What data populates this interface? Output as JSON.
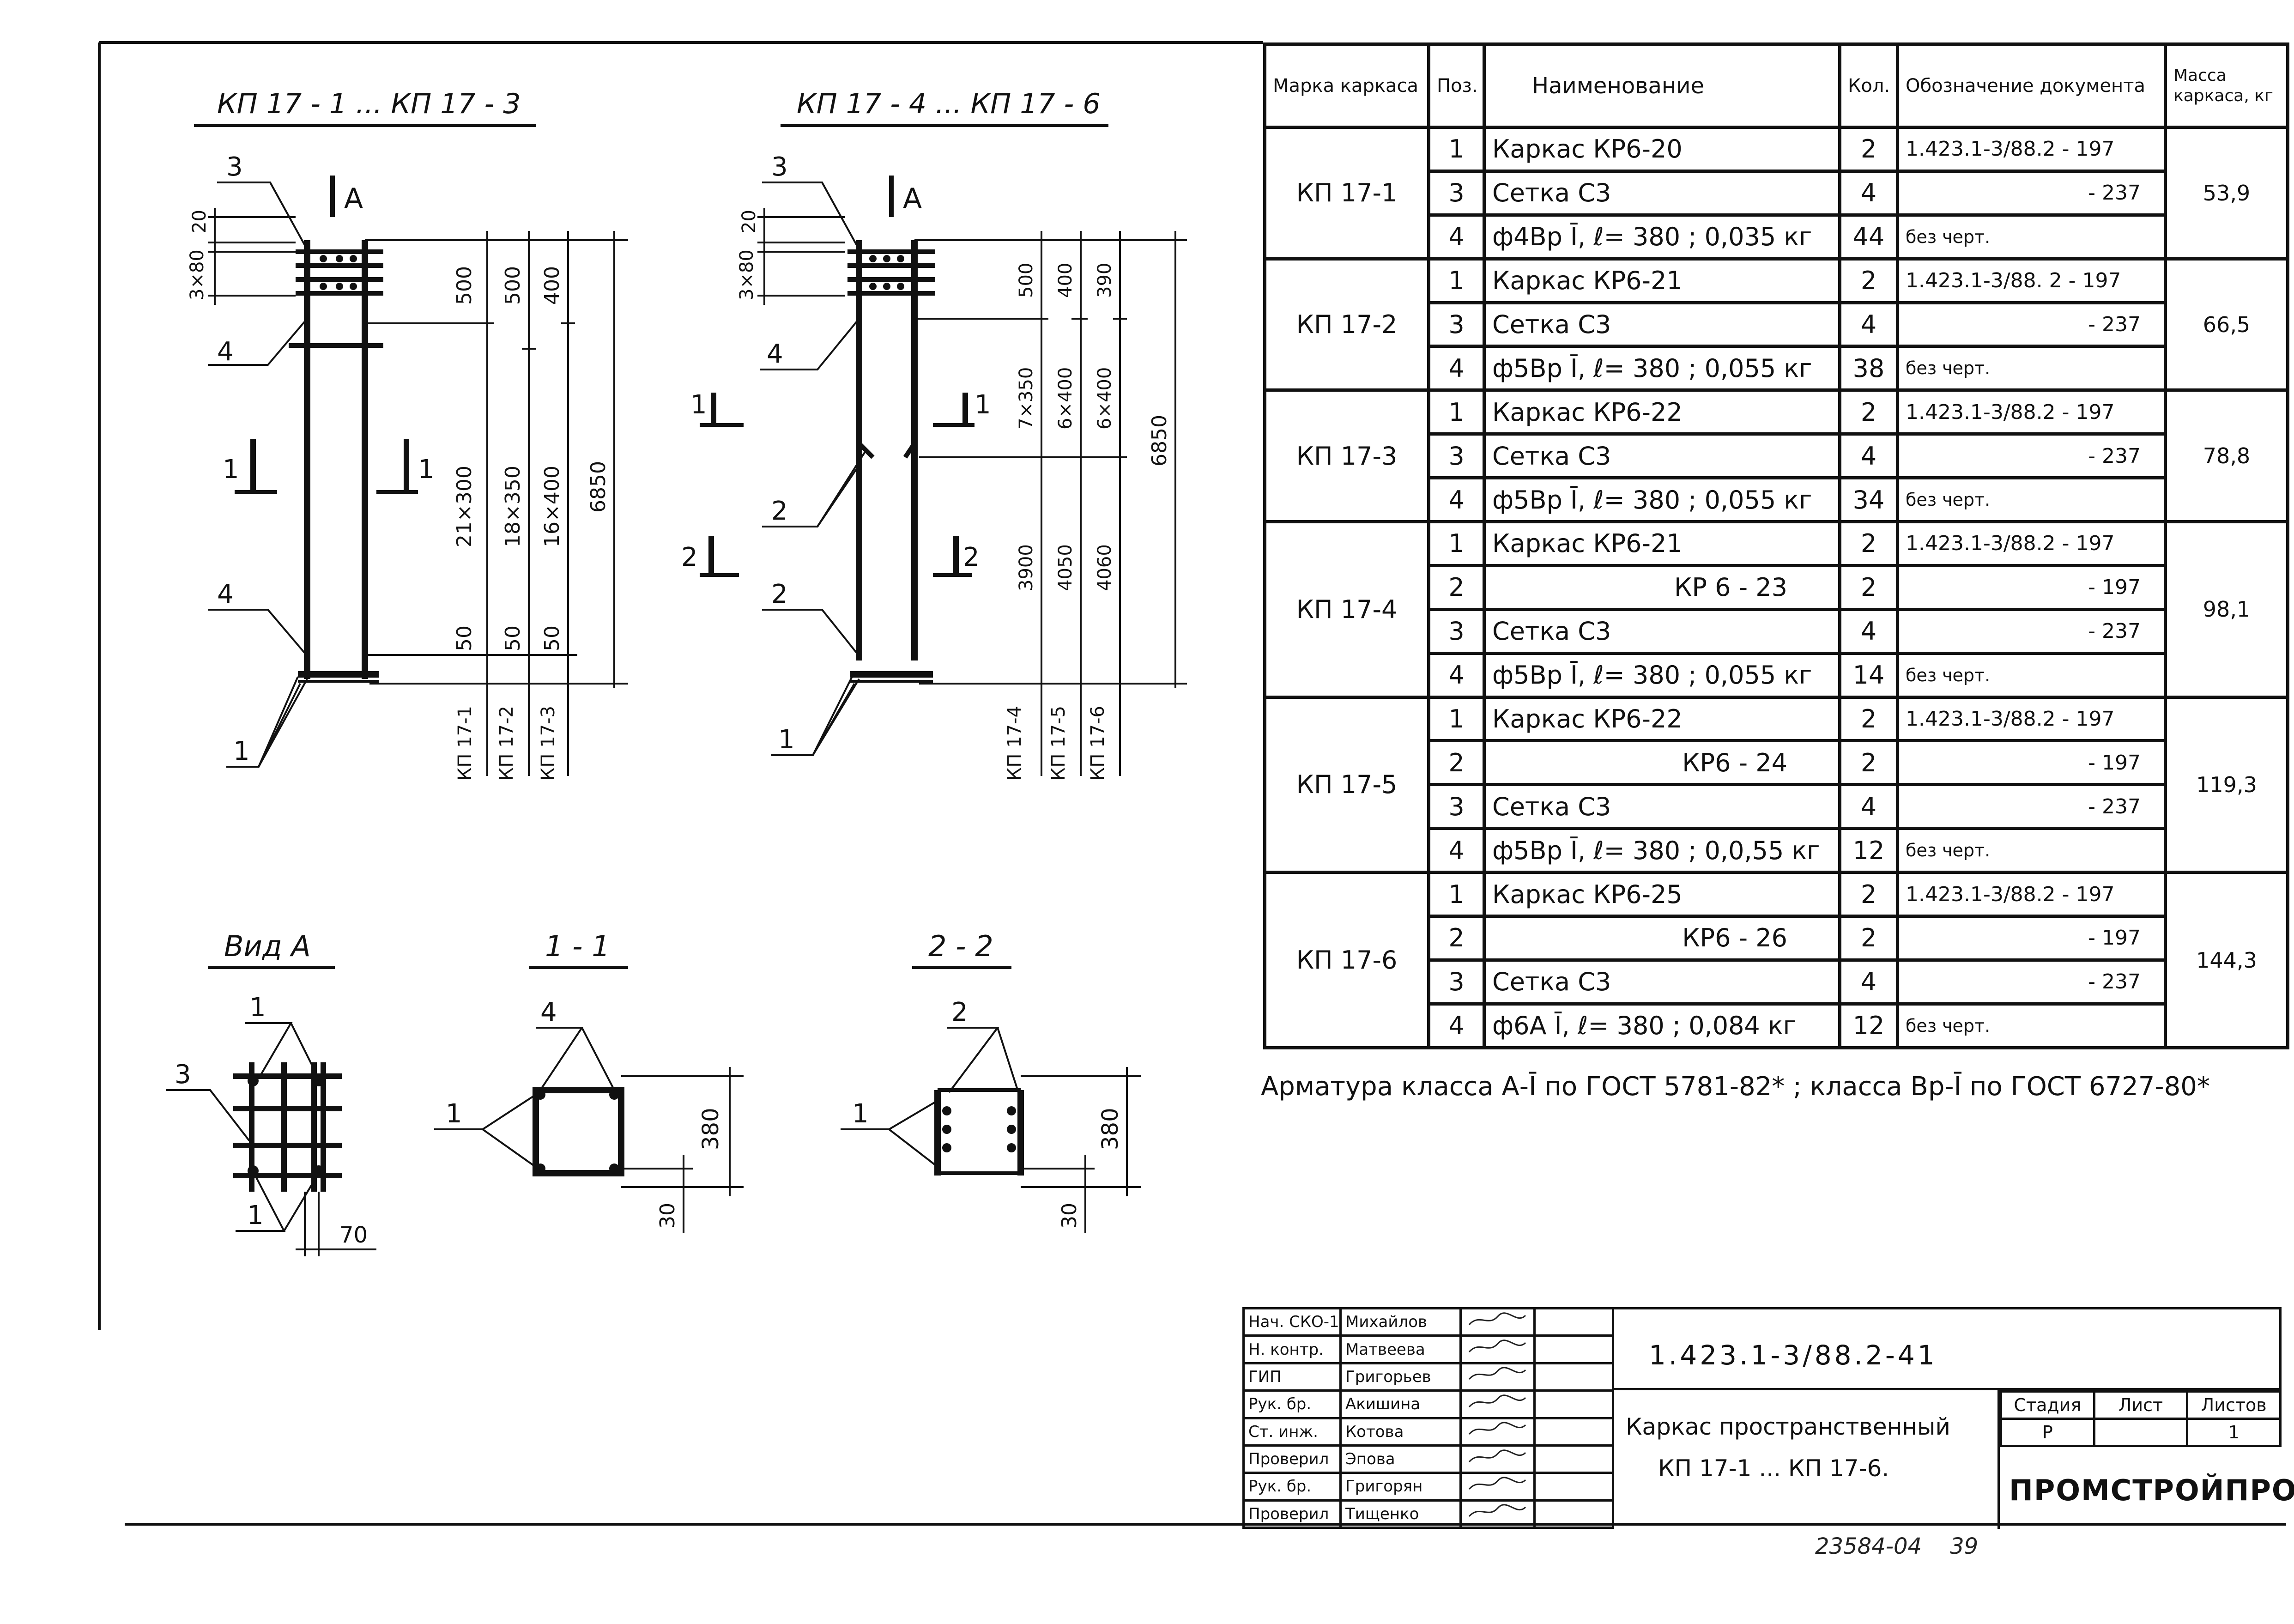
{
  "drawing": {
    "labels": {
      "view1_title": "КП 17 - 1 ... КП 17 - 3",
      "view2_title": "КП 17 - 4 ... КП 17 - 6",
      "view_a_title": "Вид А",
      "sec11_title": "1 - 1",
      "sec22_title": "2 - 2",
      "A": "А",
      "pos1": "1",
      "pos2": "2",
      "pos3": "3",
      "pos4": "4",
      "cut1": "1",
      "cut2": "2"
    },
    "dims_left": {
      "top20": "20",
      "top3x80": "3×80",
      "v500a": "500",
      "v500b": "500",
      "v400": "400",
      "v21x300": "21×300",
      "v18x350": "18×350",
      "v16x400": "16×400",
      "v50a": "50",
      "v50b": "50",
      "v50c": "50",
      "v6850": "6850",
      "m1": "КП 17-1",
      "m2": "КП 17-2",
      "m3": "КП 17-3"
    },
    "dims_right": {
      "top20": "20",
      "top3x80": "3×80",
      "v500": "500",
      "v400": "400",
      "v390": "390",
      "v7x350": "7×350",
      "v6x400a": "6×400",
      "v6x400b": "6×400",
      "v3900": "3900",
      "v4050": "4050",
      "v4060": "4060",
      "v6850": "6850",
      "m4": "КП 17-4",
      "m5": "КП 17-5",
      "m6": "КП 17-6"
    },
    "dims_sections": {
      "d70": "70",
      "d380a": "380",
      "d30a": "30",
      "d380b": "380",
      "d30b": "30"
    }
  },
  "spec_table": {
    "headers": {
      "mark": "Марка каркаса",
      "pos": "Поз.",
      "name": "Наименование",
      "qty": "Кол.",
      "doc": "Обозначение документа",
      "mass": "Масса каркаса, кг"
    },
    "groups": [
      {
        "mark": "КП 17-1",
        "mass": "53,9",
        "rows": [
          {
            "pos": "1",
            "name": "Каркас КР6-20",
            "qty": "2",
            "doc": "1.423.1-3/88.2 - 197"
          },
          {
            "pos": "3",
            "name": "Сетка С3",
            "qty": "4",
            "doc": "- 237"
          },
          {
            "pos": "4",
            "name": "ф4Вр Ī, ℓ= 380 ; 0,035 кг",
            "qty": "44",
            "doc": "без черт."
          }
        ]
      },
      {
        "mark": "КП 17-2",
        "mass": "66,5",
        "rows": [
          {
            "pos": "1",
            "name": "Каркас КР6-21",
            "qty": "2",
            "doc": "1.423.1-3/88. 2 - 197"
          },
          {
            "pos": "3",
            "name": "Сетка С3",
            "qty": "4",
            "doc": "- 237"
          },
          {
            "pos": "4",
            "name": "ф5Вр Ī, ℓ= 380 ; 0,055 кг",
            "qty": "38",
            "doc": "без черт."
          }
        ]
      },
      {
        "mark": "КП 17-3",
        "mass": "78,8",
        "rows": [
          {
            "pos": "1",
            "name": "Каркас КР6-22",
            "qty": "2",
            "doc": "1.423.1-3/88.2 - 197"
          },
          {
            "pos": "3",
            "name": "Сетка С3",
            "qty": "4",
            "doc": "- 237"
          },
          {
            "pos": "4",
            "name": "ф5Вр Ī, ℓ= 380 ; 0,055 кг",
            "qty": "34",
            "doc": "без черт."
          }
        ]
      },
      {
        "mark": "КП 17-4",
        "mass": "98,1",
        "rows": [
          {
            "pos": "1",
            "name": "Каркас КР6-21",
            "qty": "2",
            "doc": "1.423.1-3/88.2 - 197"
          },
          {
            "pos": "2",
            "name": "КР 6 - 23",
            "qty": "2",
            "doc": "- 197"
          },
          {
            "pos": "3",
            "name": "Сетка С3",
            "qty": "4",
            "doc": "- 237"
          },
          {
            "pos": "4",
            "name": "ф5Вр Ī, ℓ= 380 ; 0,055 кг",
            "qty": "14",
            "doc": "без черт."
          }
        ]
      },
      {
        "mark": "КП 17-5",
        "mass": "119,3",
        "rows": [
          {
            "pos": "1",
            "name": "Каркас КР6-22",
            "qty": "2",
            "doc": "1.423.1-3/88.2 - 197"
          },
          {
            "pos": "2",
            "name": "КР6 - 24",
            "qty": "2",
            "doc": "- 197"
          },
          {
            "pos": "3",
            "name": "Сетка С3",
            "qty": "4",
            "doc": "- 237"
          },
          {
            "pos": "4",
            "name": "ф5Вр Ī, ℓ= 380 ; 0,0,55 кг",
            "qty": "12",
            "doc": "без черт."
          }
        ]
      },
      {
        "mark": "КП 17-6",
        "mass": "144,3",
        "rows": [
          {
            "pos": "1",
            "name": "Каркас КР6-25",
            "qty": "2",
            "doc": "1.423.1-3/88.2 - 197"
          },
          {
            "pos": "2",
            "name": "КР6 - 26",
            "qty": "2",
            "doc": "- 197"
          },
          {
            "pos": "3",
            "name": "Сетка С3",
            "qty": "4",
            "doc": "- 237"
          },
          {
            "pos": "4",
            "name": "ф6А Ī, ℓ= 380 ; 0,084 кг",
            "qty": "12",
            "doc": "без черт."
          }
        ]
      }
    ]
  },
  "note": "Арматура класса А-Ī по ГОСТ 5781-82* ; класса Вр-Ī по ГОСТ 6727-80*",
  "title_block": {
    "people": [
      {
        "role": "Нач. СКО-1",
        "name": "Михайлов"
      },
      {
        "role": "Н. контр.",
        "name": "Матвеева"
      },
      {
        "role": "ГИП",
        "name": "Григорьев"
      },
      {
        "role": "Рук. бр.",
        "name": "Акишина"
      },
      {
        "role": "Ст. инж.",
        "name": "Котова"
      },
      {
        "role": "Проверил",
        "name": "Эпова"
      },
      {
        "role": "Рук. бр.",
        "name": "Григорян"
      },
      {
        "role": "Проверил",
        "name": "Тищенко"
      }
    ],
    "doc_number": "1.423.1-3/88.2-41",
    "title_line1": "Каркас пространственный",
    "title_line2": "КП 17-1 ... КП 17-6.",
    "stage_label": "Стадия",
    "sheet_label": "Лист",
    "sheets_label": "Листов",
    "stage_value": "Р",
    "sheet_value": "",
    "sheets_value": "1",
    "organization": "ПРОМСТРОЙПРОЕКТ"
  },
  "footer": {
    "code": "23584-04",
    "page": "39"
  }
}
